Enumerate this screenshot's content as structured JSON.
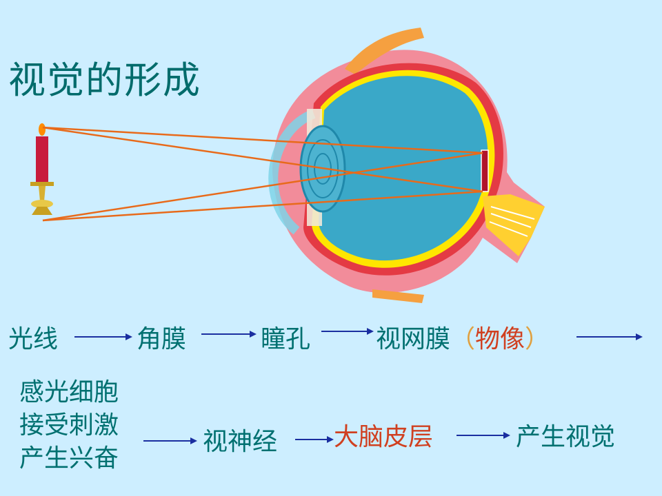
{
  "title": "视觉的形成",
  "flow_row1": {
    "light": "光线",
    "cornea": "角膜",
    "pupil": "瞳孔",
    "retina": "视网膜",
    "paren_open": "（",
    "image": "物像",
    "paren_close": "）"
  },
  "flow_row2": {
    "receptor_line1": "感光细胞",
    "receptor_line2": "接受刺激",
    "receptor_line3": "产生兴奋",
    "optic_nerve": "视神经",
    "cortex": "大脑皮层",
    "vision": "产生视觉"
  },
  "icons": [
    "candle-icon",
    "eyeball-cross-section"
  ],
  "colors": {
    "background": "#cdeeff",
    "text": "#007070",
    "highlight": "#d04020",
    "paren": "#e0a040",
    "arrow": "#1a2ea0",
    "light_ray": "#e86a1a"
  }
}
